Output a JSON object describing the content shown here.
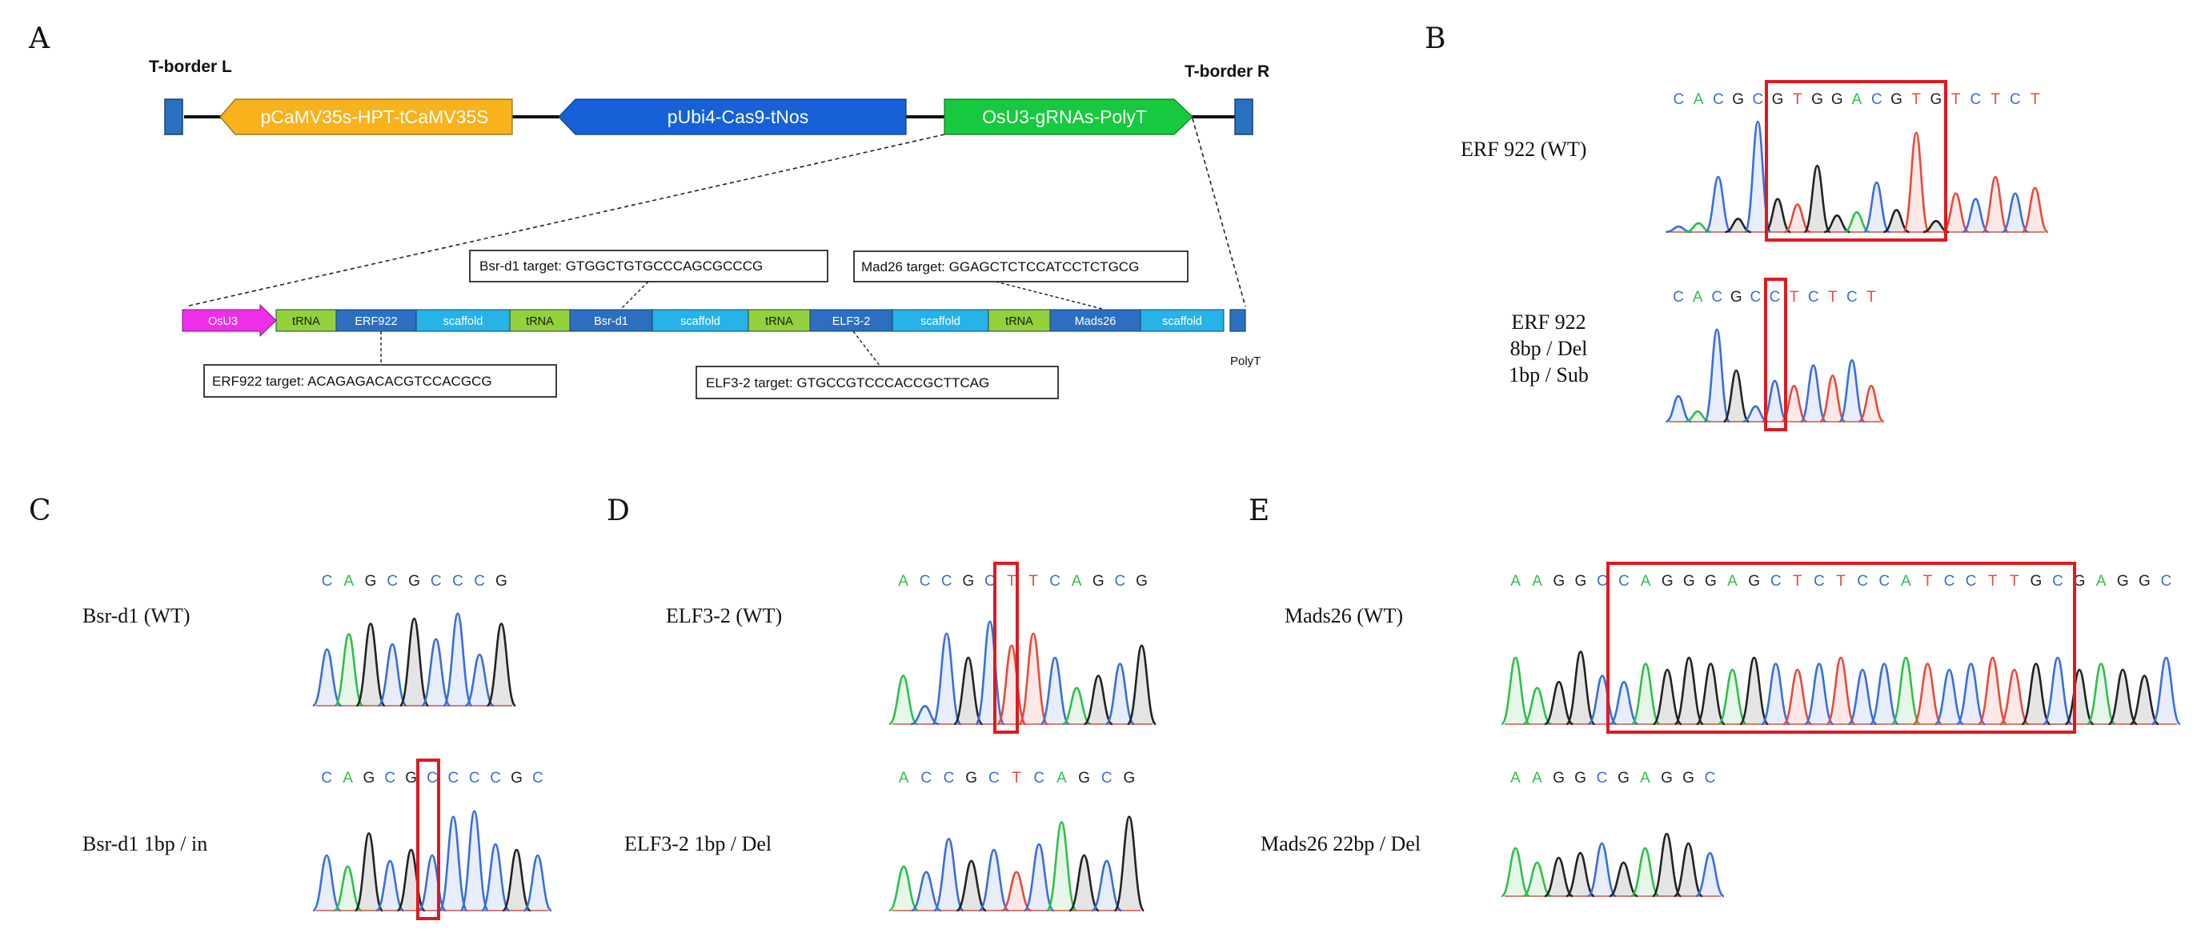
{
  "panels": {
    "a": "A",
    "b": "B",
    "c": "C",
    "d": "D",
    "e": "E"
  },
  "construct": {
    "border_left": "T-border L",
    "border_right": "T-border R",
    "cassette_hpt": "pCaMV35s-HPT-tCaMV35S",
    "cassette_cas9": "pUbi4-Cas9-tNos",
    "cassette_grna": "OsU3-gRNAs-PolyT",
    "colors": {
      "hpt": "#f8b21b",
      "cas9": "#1661d8",
      "grna": "#17c93f",
      "border": "#2a72c0",
      "osu3": "#ee2fe8",
      "trna": "#93d13a",
      "target": "#2c6fc1",
      "scaffold": "#27b2e8"
    }
  },
  "array": {
    "segments": [
      {
        "label": "OsU3",
        "kind": "osu3"
      },
      {
        "label": "tRNA",
        "kind": "trna"
      },
      {
        "label": "ERF922",
        "kind": "target"
      },
      {
        "label": "scaffold",
        "kind": "scaffold"
      },
      {
        "label": "tRNA",
        "kind": "trna"
      },
      {
        "label": "Bsr-d1",
        "kind": "target"
      },
      {
        "label": "scaffold",
        "kind": "scaffold"
      },
      {
        "label": "tRNA",
        "kind": "trna"
      },
      {
        "label": "ELF3-2",
        "kind": "target"
      },
      {
        "label": "scaffold",
        "kind": "scaffold"
      },
      {
        "label": "tRNA",
        "kind": "trna"
      },
      {
        "label": "Mads26",
        "kind": "target"
      },
      {
        "label": "scaffold",
        "kind": "scaffold"
      }
    ],
    "polyt": "PolyT",
    "targets": {
      "erf922": "ERF922 target: ACAGAGACACGTCCACGCG",
      "bsrd1": "Bsr-d1 target: GTGGCTGTGCCCAGCGCCCG",
      "elf32": "ELF3-2 target: GTGCCGTCCCACCGCTTCAG",
      "mads26": "Mad26 target: GGAGCTCTCCATCCTCTGCG"
    }
  },
  "chromatograms": {
    "b_wt": {
      "label": "ERF 922 (WT)",
      "seq": "CACGCGTGGACGTGTCTCT"
    },
    "b_mut": {
      "label_lines": [
        "ERF 922",
        "8bp / Del",
        "1bp / Sub"
      ],
      "seq": "CACGCCTCTCT"
    },
    "c_wt": {
      "label": "Bsr-d1 (WT)",
      "seq": "CAGCGCCCG"
    },
    "c_mut": {
      "label": "Bsr-d1 1bp / in",
      "seq": "CAGCGCCCCGC"
    },
    "d_wt": {
      "label": "ELF3-2 (WT)",
      "seq": "ACCGCTTCAGCG"
    },
    "d_mut": {
      "label": "ELF3-2 1bp / Del",
      "seq": "ACCGCTCAGCG"
    },
    "e_wt": {
      "label": "Mads26 (WT)",
      "seq": "AAGGCCAGGGAGCTCTCCATCCTTGCGAGGC"
    },
    "e_mut": {
      "label": "Mads26 22bp / Del",
      "seq": "AAGGCGAGGC"
    }
  },
  "base_colors": {
    "A": "#2fbf4a",
    "C": "#3a6fd8",
    "G": "#222222",
    "T": "#e84a3c"
  },
  "highlight_color": "#e0191f"
}
